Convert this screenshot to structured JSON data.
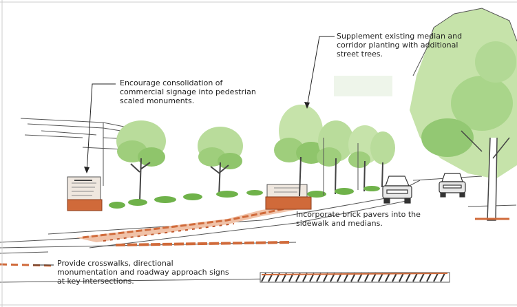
{
  "annotations": {
    "signage": "Encourage consolidation of\ncommercial signage into pedestrian\nscaled monuments.",
    "trees": "Supplement existing median and\ncorridor planting with additional\nstreet trees.",
    "pavers": "Incorporate brick pavers into the\nsidewalk and medians.",
    "crosswalks": "Provide crosswalks, directional\nmonumentation and roadway approach signs\nat key intersections."
  },
  "palette": {
    "foliage": "#b9dc9b",
    "foliage_dark": "#6fb24a",
    "brick": "#d06a3a",
    "sky_wash": "#f1f7ee",
    "ink": "#333333"
  }
}
